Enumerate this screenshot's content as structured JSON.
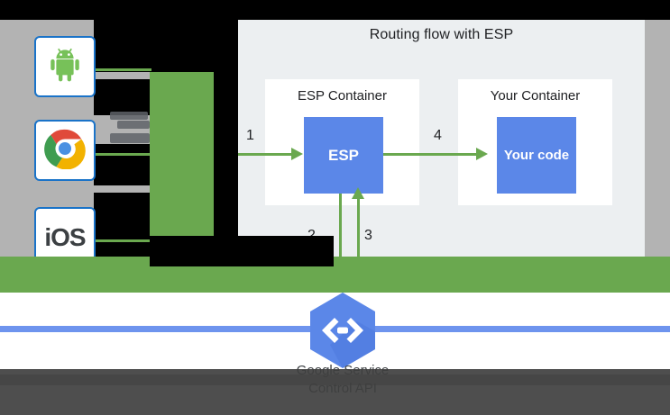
{
  "diagram": {
    "title": "Routing flow with ESP",
    "background_color": "#eceff1",
    "accent_green": "#6aa84f",
    "accent_blue": "#5b87e8",
    "clients": [
      {
        "name": "android",
        "label": "",
        "icon": "android-icon"
      },
      {
        "name": "chrome",
        "label": "",
        "icon": "chrome-icon"
      },
      {
        "name": "ios",
        "label": "iOS",
        "icon": "ios-icon"
      }
    ],
    "containers": [
      {
        "title": "ESP Container",
        "box_label": "ESP"
      },
      {
        "title": "Your Container",
        "box_label": "Your code"
      }
    ],
    "arrows": [
      {
        "number": "1",
        "direction": "right"
      },
      {
        "number": "2",
        "direction": "down"
      },
      {
        "number": "3",
        "direction": "up"
      },
      {
        "number": "4",
        "direction": "right"
      }
    ],
    "endpoints": {
      "icon": "cloud-endpoints-icon",
      "caption_line1": "Google Service",
      "caption_line2": "Control API"
    }
  }
}
